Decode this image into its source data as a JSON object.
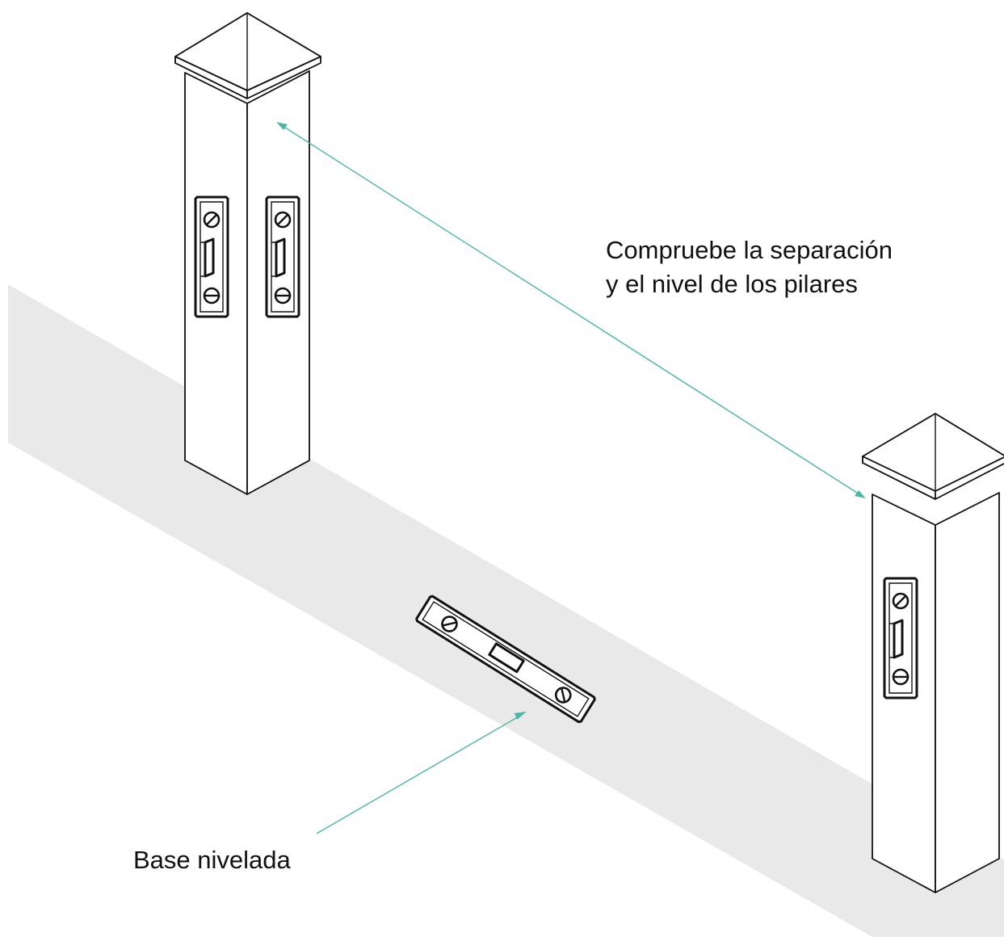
{
  "diagram": {
    "callouts": {
      "spacing": {
        "line1": "Compruebe la separación",
        "line2": "y el nivel de los pilares"
      },
      "base": "Base nivelada"
    },
    "colors": {
      "arrow": "#4db6a6",
      "ground": "#e9e9e9",
      "outline": "#111111",
      "background": "#ffffff"
    },
    "objects": [
      "post-left",
      "post-right",
      "spirit-level"
    ]
  }
}
